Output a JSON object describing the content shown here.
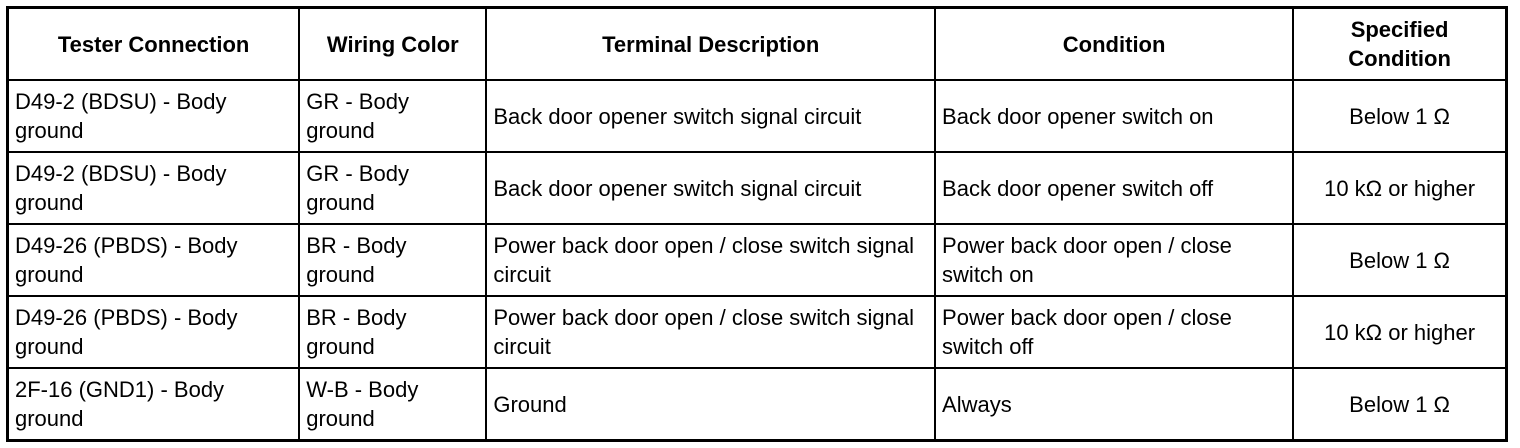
{
  "table": {
    "headers": {
      "tester_connection": "Tester Connection",
      "wiring_color": "Wiring Color",
      "terminal_description": "Terminal Description",
      "condition": "Condition",
      "specified_condition_line1": "Specified",
      "specified_condition_line2": "Condition"
    },
    "rows": [
      {
        "tester_connection": "D49-2 (BDSU) - Body ground",
        "wiring_color": "GR - Body ground",
        "terminal_description": "Back door opener switch signal circuit",
        "condition": "Back door opener switch on",
        "specified_condition": "Below 1 Ω"
      },
      {
        "tester_connection": "D49-2 (BDSU) - Body ground",
        "wiring_color": "GR - Body ground",
        "terminal_description": "Back door opener switch signal circuit",
        "condition": "Back door opener switch off",
        "specified_condition": "10 kΩ or higher"
      },
      {
        "tester_connection": "D49-26 (PBDS) - Body ground",
        "wiring_color": "BR - Body ground",
        "terminal_description": "Power back door open / close switch signal circuit",
        "condition": "Power back door open / close switch on",
        "specified_condition": "Below 1 Ω"
      },
      {
        "tester_connection": "D49-26 (PBDS) - Body ground",
        "wiring_color": "BR - Body ground",
        "terminal_description": "Power back door open / close switch signal circuit",
        "condition": "Power back door open / close switch off",
        "specified_condition": "10 kΩ or higher"
      },
      {
        "tester_connection": "2F-16 (GND1) - Body ground",
        "wiring_color": "W-B - Body ground",
        "terminal_description": "Ground",
        "condition": "Always",
        "specified_condition": "Below 1 Ω"
      }
    ]
  }
}
